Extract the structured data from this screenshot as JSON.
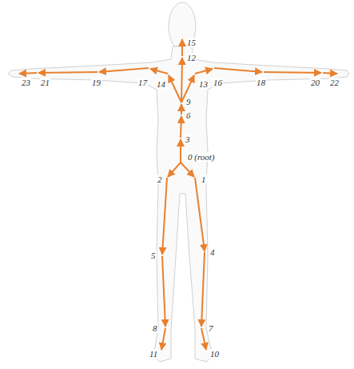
{
  "diagram": {
    "labels": [
      "15",
      "12",
      "23",
      "21",
      "19",
      "17",
      "14",
      "13",
      "16",
      "18",
      "20",
      "22",
      "9",
      "6",
      "3",
      "0 (root)",
      "2",
      "1",
      "5",
      "4",
      "8",
      "7",
      "11",
      "10"
    ]
  }
}
